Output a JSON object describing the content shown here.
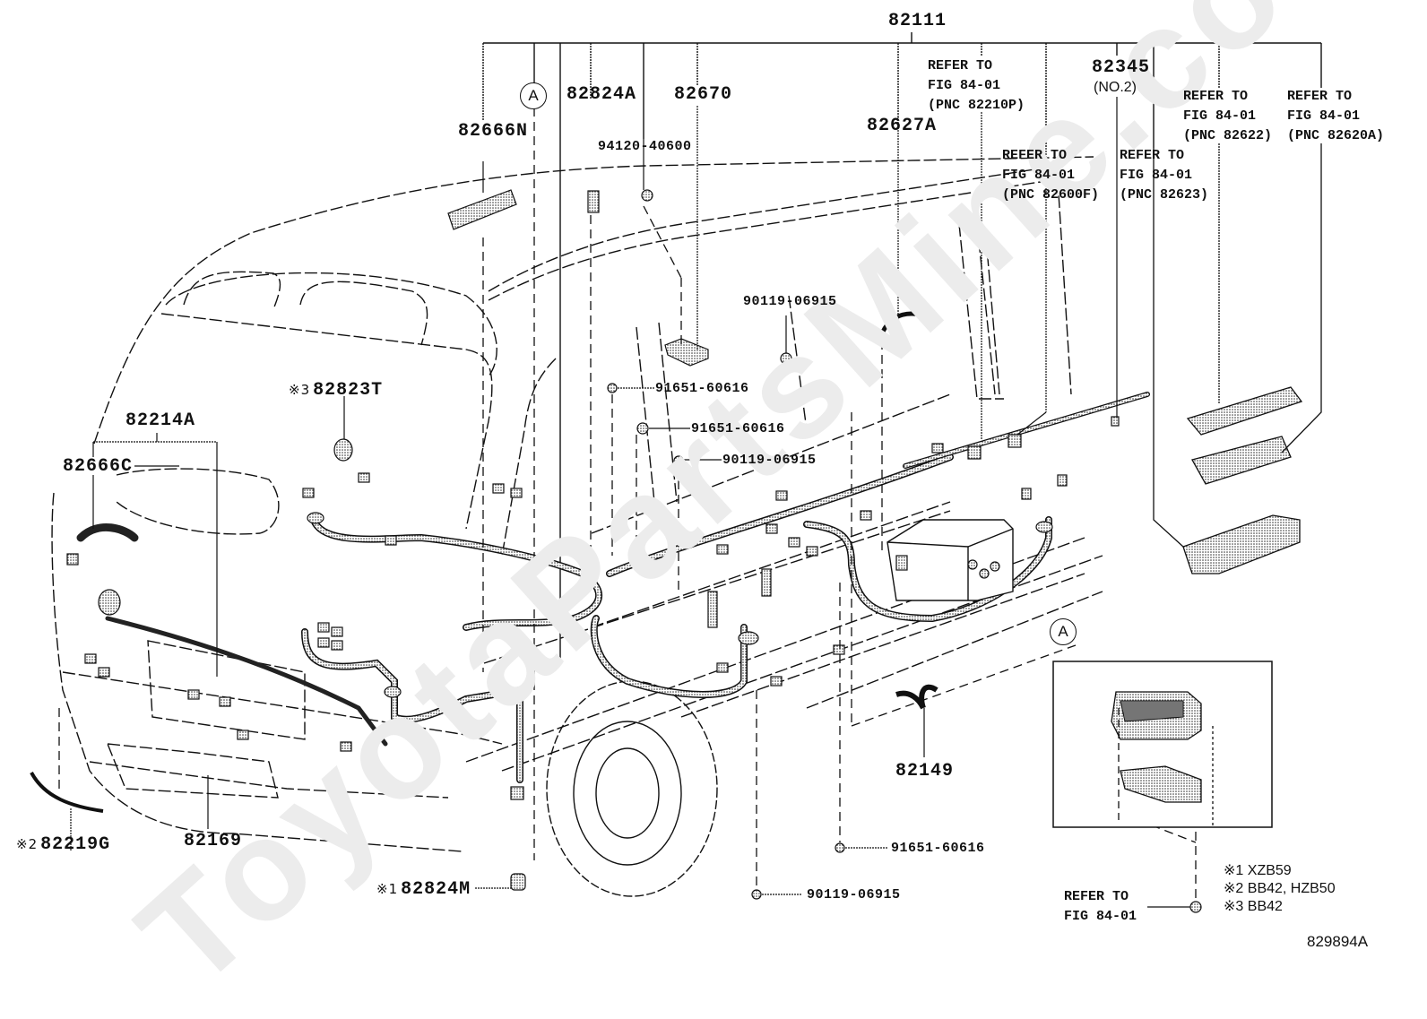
{
  "diagram": {
    "figure_id": "829894A",
    "watermark": "ToyotaPartsMine.com",
    "top_bracket_label": "82111",
    "part_labels": {
      "p82666N": "82666N",
      "p82824A": "82824A",
      "p82670": "82670",
      "p94120": "94120-40600",
      "p82627A": "82627A",
      "p82345": "82345",
      "p82345_sub": "(NO.2)",
      "p90119_a": "90119-06915",
      "p91651_a": "91651-60616",
      "p91651_b": "91651-60616",
      "p90119_b": "90119-06915",
      "p82823T": "82823T",
      "p82214A": "82214A",
      "p82666C": "82666C",
      "p82219G": "82219G",
      "p82169": "82169",
      "p82824M": "82824M",
      "p82149": "82149",
      "p91651_c": "91651-60616",
      "p90119_c": "90119-06915"
    },
    "markers": {
      "m1": "※1",
      "m2": "※2",
      "m3": "※3"
    },
    "refer_notes": {
      "r82210P": "REFER TO\nFIG 84-01\n(PNC 82210P)",
      "r82600F": "REFER TO\nFIG 84-01\n(PNC 82600F)",
      "r82623": "REFER TO\nFIG 84-01\n(PNC 82623)",
      "r82622": "REFER TO\nFIG 84-01\n(PNC 82622)",
      "r82620A": "REFER TO\nFIG 84-01\n(PNC 82620A)",
      "r_bottom": "REFER TO\nFIG 84-01"
    },
    "detail_callout": "A",
    "legend": [
      {
        "marker": "※1",
        "applies_to": "XZB59"
      },
      {
        "marker": "※2",
        "applies_to": "BB42, HZB50"
      },
      {
        "marker": "※3",
        "applies_to": "BB42"
      }
    ]
  }
}
